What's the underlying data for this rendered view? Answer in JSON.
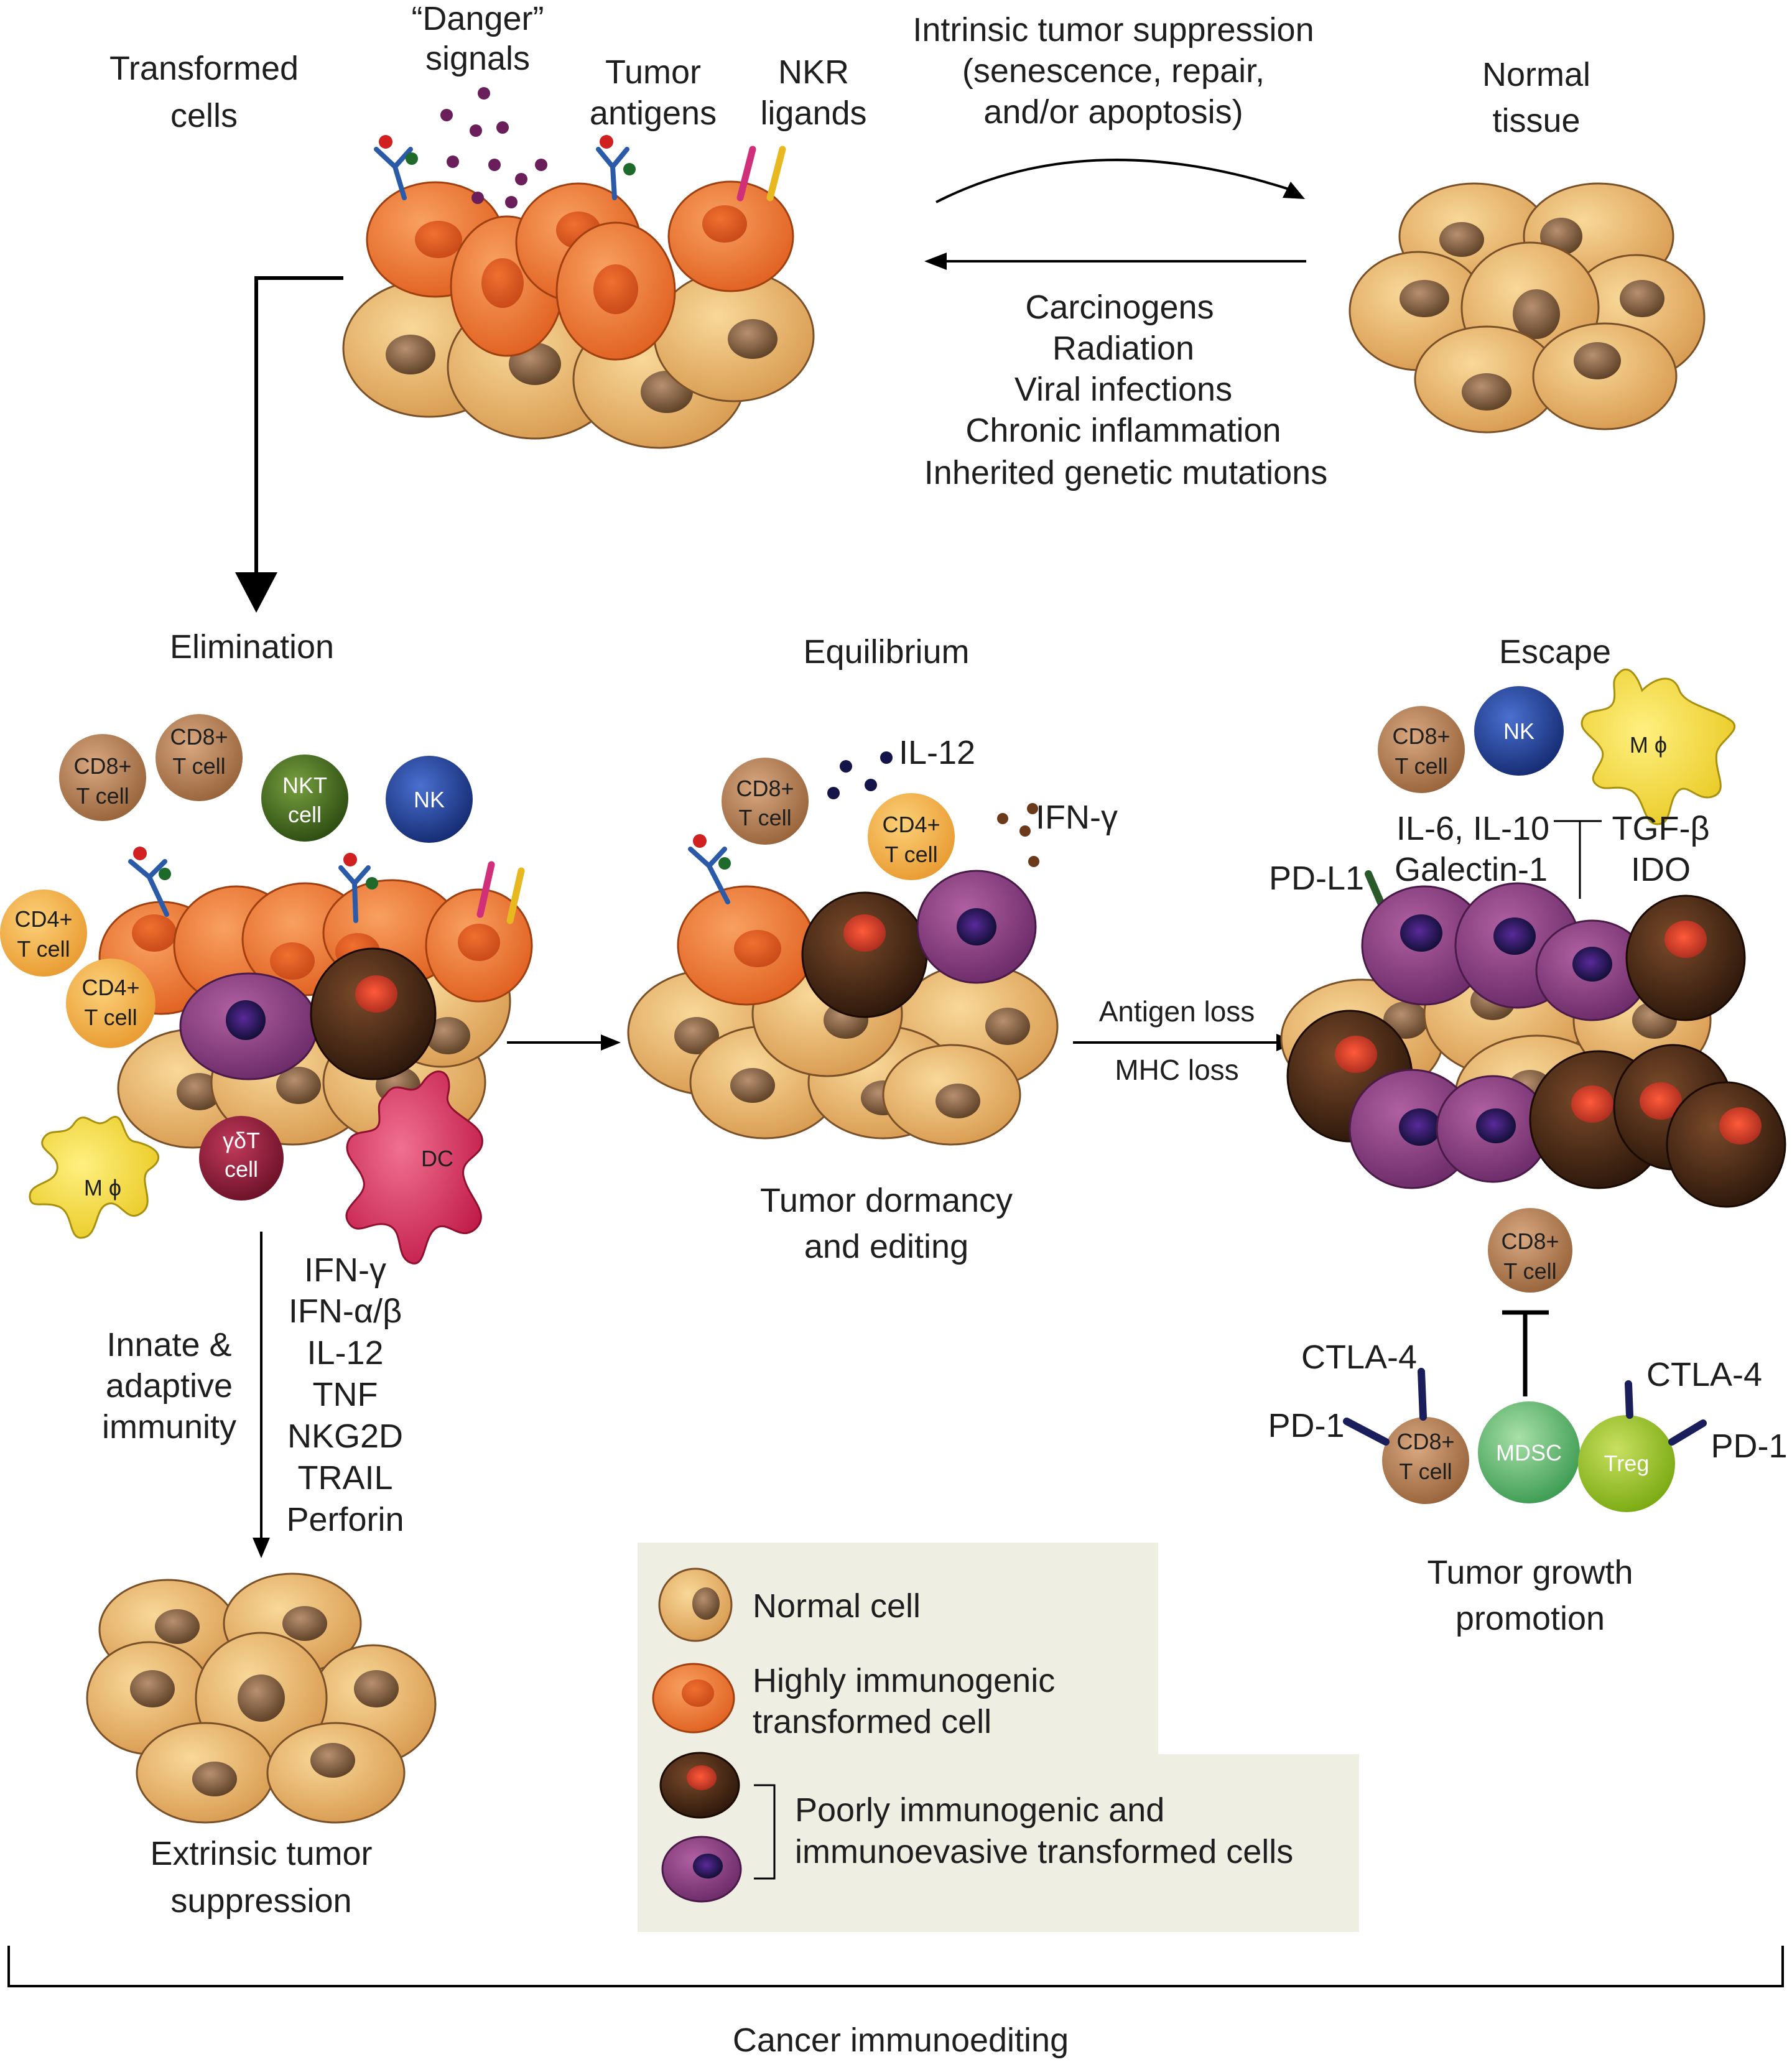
{
  "top": {
    "transformed_cells": [
      "Transformed",
      "cells"
    ],
    "danger_signals": [
      "“Danger”",
      "signals"
    ],
    "tumor_antigens": [
      "Tumor",
      "antigens"
    ],
    "nkr_ligands": [
      "NKR",
      "ligands"
    ],
    "normal_tissue": [
      "Normal",
      "tissue"
    ],
    "intrinsic": [
      "Intrinsic tumor suppression",
      "(senescence, repair,",
      "and/or apoptosis)"
    ],
    "causes": [
      "Carcinogens",
      "Radiation",
      "Viral infections",
      "Chronic inflammation",
      "Inherited genetic mutations"
    ]
  },
  "elimination": {
    "title": "Elimination",
    "cells": {
      "cd8_a": [
        "CD8+",
        "T cell"
      ],
      "cd8_b": [
        "CD8+",
        "T cell"
      ],
      "nkt": [
        "NKT",
        "cell"
      ],
      "nk": "NK",
      "cd4_a": [
        "CD4+",
        "T cell"
      ],
      "cd4_b": [
        "CD4+",
        "T cell"
      ],
      "mphi": "M ϕ",
      "gdt": [
        "γδT",
        "cell"
      ],
      "dc": "DC"
    },
    "side_label": [
      "Innate &",
      "adaptive",
      "immunity"
    ],
    "mediators": [
      "IFN-γ",
      "IFN-α/β",
      "IL-12",
      "TNF",
      "NKG2D",
      "TRAIL",
      "Perforin"
    ],
    "outcome": [
      "Extrinsic tumor",
      "suppression"
    ]
  },
  "equilibrium": {
    "title": "Equilibrium",
    "cells": {
      "cd8": [
        "CD8+",
        "T cell"
      ],
      "cd4": [
        "CD4+",
        "T cell"
      ]
    },
    "il12": "IL-12",
    "ifng": "IFN-γ",
    "outcome": [
      "Tumor dormancy",
      "and editing"
    ],
    "arrow_labels": [
      "Antigen loss",
      "MHC loss"
    ]
  },
  "escape": {
    "title": "Escape",
    "cells": {
      "cd8": [
        "CD8+",
        "T cell"
      ],
      "nk": "NK",
      "mphi": "M ϕ",
      "cd8_top": [
        "CD8+",
        "T cell"
      ],
      "cd8_bottom": [
        "CD8+",
        "T cell"
      ],
      "mdsc": "MDSC",
      "treg": "Treg"
    },
    "factors_left": [
      "IL-6, IL-10",
      "Galectin-1"
    ],
    "factors_right": [
      "TGF-β",
      "IDO"
    ],
    "pd_l1": "PD-L1",
    "ctla4_left": "CTLA-4",
    "pd1_left": "PD-1",
    "ctla4_right": "CTLA-4",
    "pd1_right": "PD-1",
    "outcome": [
      "Tumor growth",
      "promotion"
    ]
  },
  "legend": {
    "normal": "Normal cell",
    "highly": [
      "Highly immunogenic",
      "transformed cell"
    ],
    "poorly": [
      "Poorly immunogenic and",
      "immunoevasive transformed cells"
    ]
  },
  "bottom": "Cancer immunoediting",
  "colors": {
    "normal_cell": "#e8b26c",
    "normal_nucleus": "#8a6a44",
    "immunogenic_cell": "#ec7a3c",
    "immunogenic_nucleus": "#d85a22",
    "dark_cell": "#4a2c1a",
    "dark_nucleus": "#e0502a",
    "purple_cell": "#8a3a7a",
    "purple_nucleus": "#2a1a55",
    "cd8": "#b07a50",
    "cd4": "#f0b04a",
    "nkt": "#3c6a1e",
    "nk": "#1e3a8a",
    "mphi": "#f4e040",
    "gdt": "#8a1e3a",
    "dc": "#d83a5a",
    "mdsc": "#4caa60",
    "treg": "#8ab820",
    "legend_bg": "#eeeee2"
  }
}
